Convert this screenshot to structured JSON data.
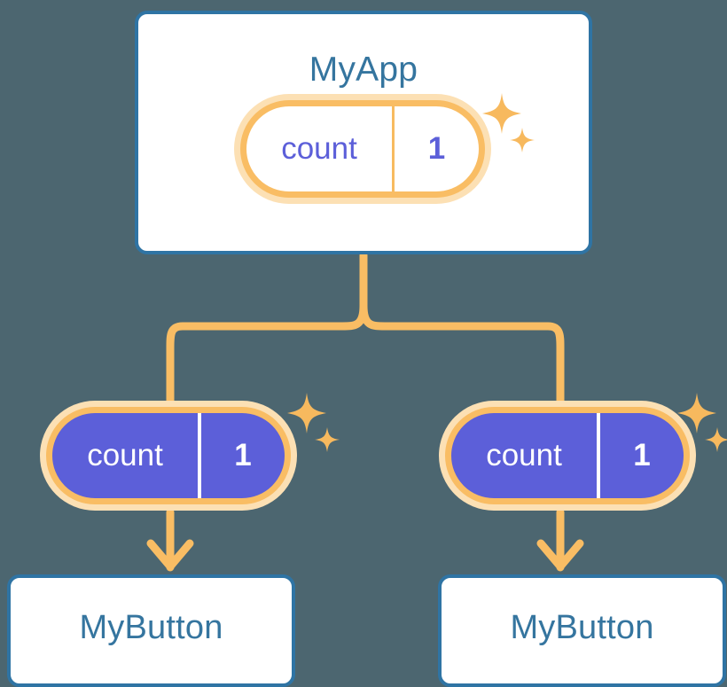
{
  "theme": {
    "background": "#4c6670",
    "card_border": "#2f74a4",
    "card_fill": "#ffffff",
    "card_title_color": "#35759f",
    "pill_outer_ring": "#fce0b4",
    "pill_inner_ring": "#f9bd64",
    "pill_fill_root": "#ffffff",
    "pill_fill_child": "#5c5fd9",
    "pill_text_root": "#5c5fd9",
    "pill_text_child": "#ffffff",
    "connector": "#f9bd64",
    "sparkle": "#f7b95e"
  },
  "diagram": {
    "type": "component-tree",
    "title": "MyApp",
    "root": {
      "name": "root-component",
      "label": "MyApp",
      "state": {
        "key": "count",
        "value": "1"
      },
      "sparkle": true
    },
    "children": [
      {
        "name": "child-component-left",
        "label": "MyButton",
        "state": {
          "key": "count",
          "value": "1"
        },
        "sparkle": true
      },
      {
        "name": "child-component-right",
        "label": "MyButton",
        "state": {
          "key": "count",
          "value": "1"
        },
        "sparkle": true
      }
    ],
    "edges": {
      "fork_from_root": "MyApp forks to two branches",
      "arrow_to_child": "state pill points down into MyButton card"
    }
  }
}
